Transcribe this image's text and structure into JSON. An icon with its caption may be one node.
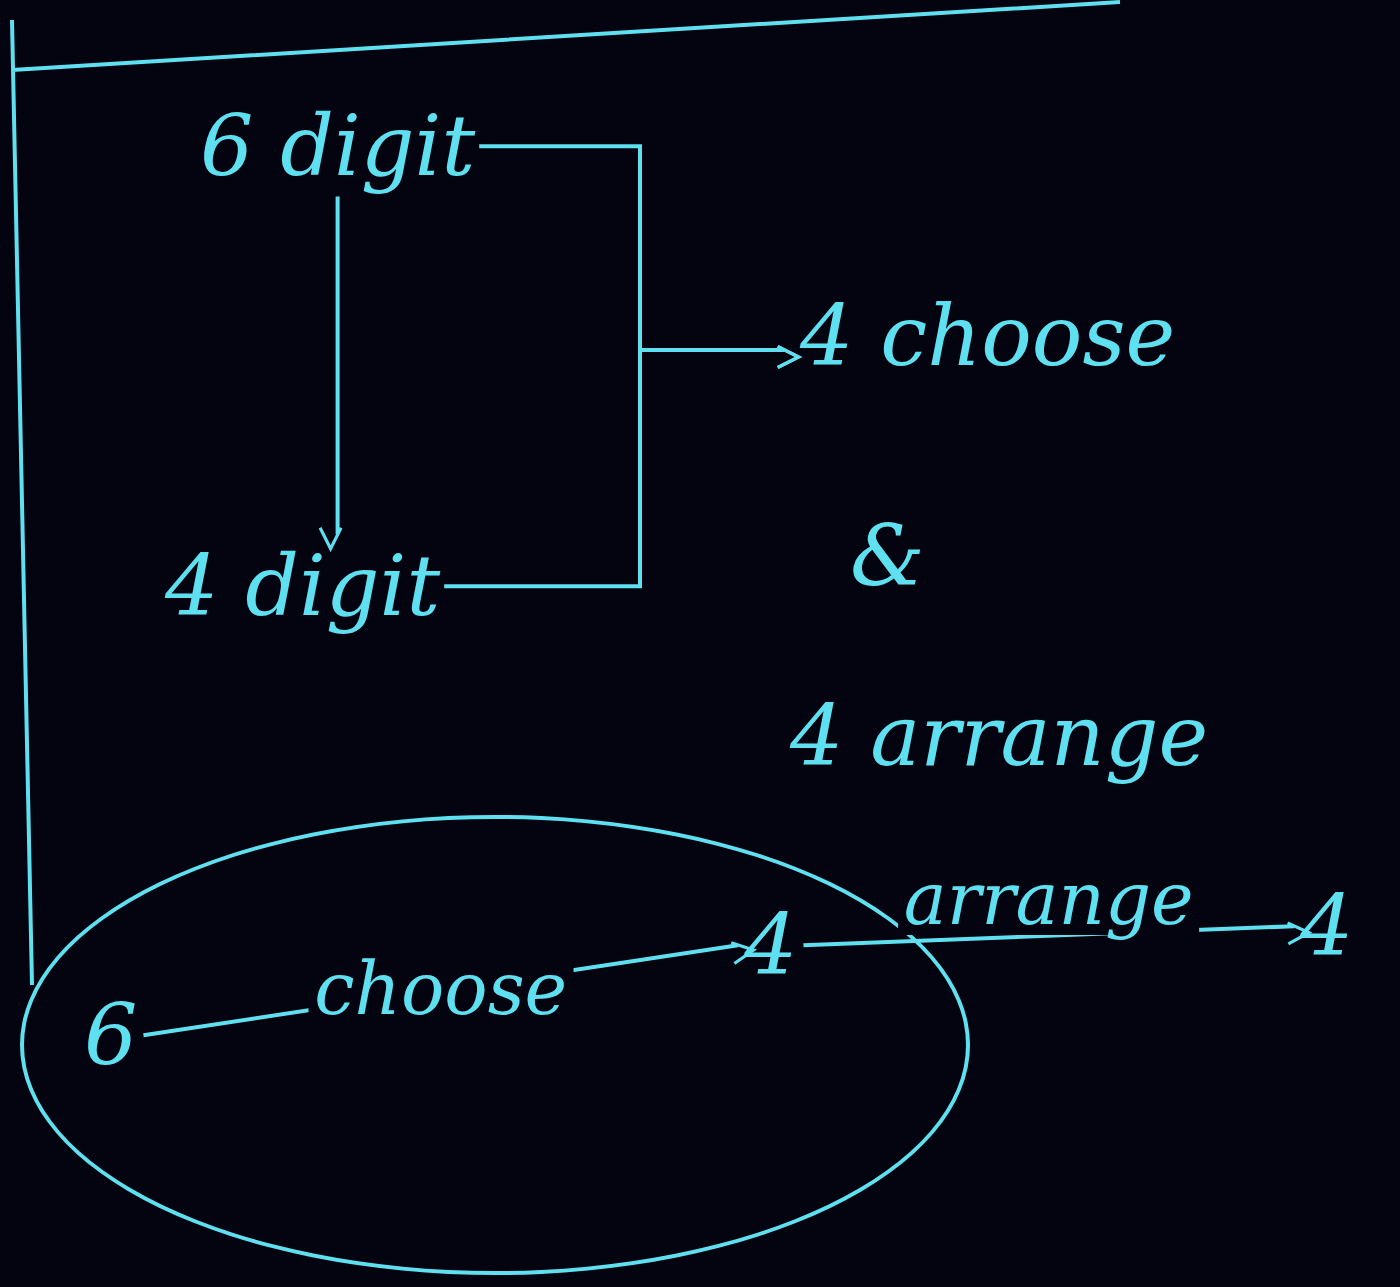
{
  "diagram": {
    "nodes": [
      {
        "text": [
          "6 digit"
        ]
      },
      {
        "text": [
          "4 digit"
        ]
      },
      {
        "text": [
          "4 choose",
          "&",
          "4 arrange"
        ]
      },
      {
        "text": [],
        "shape": "ellipse"
      },
      {
        "text": [
          "6"
        ],
        "in": 3
      },
      {
        "text": [
          "4"
        ],
        "in": 3
      },
      {
        "text": [
          "4"
        ]
      }
    ],
    "edges": [
      {
        "from": 0,
        "to": 1,
        "arrow": "to"
      },
      {
        "from": 0,
        "to": 2,
        "arrow": "to"
      },
      {
        "from": 1,
        "to": 2,
        "arrow": "to"
      },
      {
        "from": 4,
        "to": 5,
        "arrow": "to",
        "label": "choose"
      },
      {
        "from": 5,
        "to": 6,
        "arrow": "to",
        "label": "arrange"
      }
    ]
  }
}
